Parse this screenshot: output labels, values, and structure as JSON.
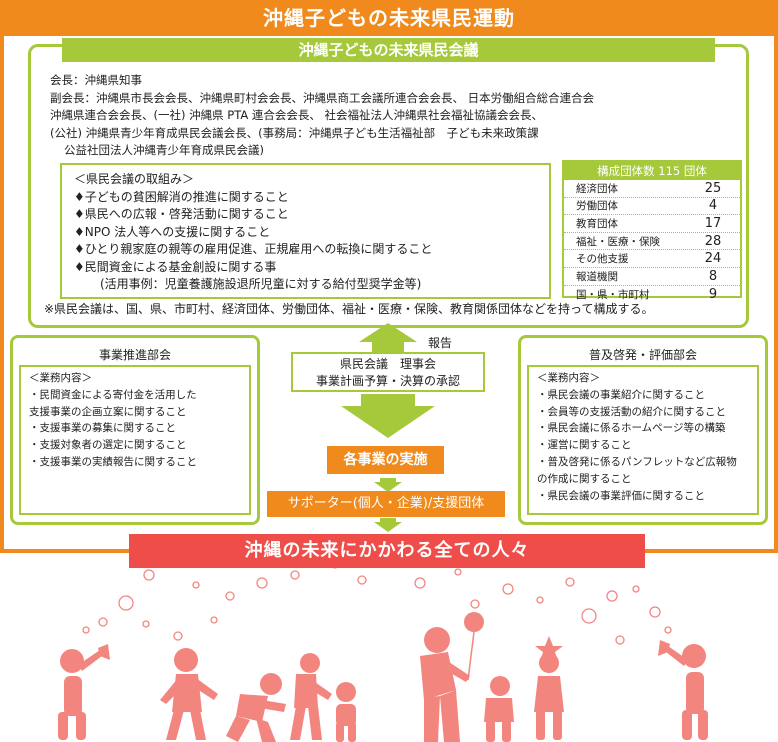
{
  "header": {
    "title": "沖縄子どもの未来県民運動"
  },
  "council": {
    "title": "沖縄子どもの未来県民会議",
    "lines": [
      "会長：沖縄県知事",
      "副会長：沖縄県市長会会長、沖縄県町村会会長、沖縄県商工会議所連合会会長、 日本労働組合総合連合会",
      "沖縄県連合会会長、(一社) 沖縄県 PTA 連合会会長、 社会福祉法人沖縄県社会福祉協議会会長、",
      "(公社) 沖縄県青少年育成県民会議会長、(事務局：沖縄県子ども生活福祉部　子ども未来政策課",
      "公益社団法人沖縄青少年育成県民会議)"
    ]
  },
  "initiatives": {
    "heading": "＜県民会議の取組み＞",
    "items": [
      "♦子どもの貧困解消の推進に関すること",
      "♦県民への広報・啓発活動に関すること",
      "♦NPO 法人等への支援に関すること",
      "♦ひとり親家庭の親等の雇用促進、正規雇用への転換に関すること",
      "♦民間資金による基金創設に関する事"
    ],
    "example": "(活用事例：児童養護施設退所児童に対する給付型奨学金等)"
  },
  "members": {
    "heading": "構成団体数 115 団体",
    "rows": [
      {
        "label": "経済団体",
        "count": "25"
      },
      {
        "label": "労働団体",
        "count": "4"
      },
      {
        "label": "教育団体",
        "count": "17"
      },
      {
        "label": "福祉・医療・保険",
        "count": "28"
      },
      {
        "label": "その他支援",
        "count": "24"
      },
      {
        "label": "報道機関",
        "count": "8"
      },
      {
        "label": "国・県・市町村",
        "count": "9"
      }
    ]
  },
  "footnote": "※県民会議は、国、県、市町村、経済団体、労働団体、福祉・医療・保険、教育関係団体などを持って構成する。",
  "left_panel": {
    "title": "事業推進部会",
    "heading": "＜業務内容＞",
    "items": [
      "・民間資金による寄付金を活用した",
      "支援事業の企画立案に関すること",
      "・支援事業の募集に関すること",
      "・支援対象者の選定に関すること",
      "・支援事業の実績報告に関すること"
    ]
  },
  "right_panel": {
    "title": "普及啓発・評価部会",
    "heading": "＜業務内容＞",
    "items": [
      "・県民会議の事業紹介に関すること",
      "・会員等の支援活動の紹介に関すること",
      "・県民会議に係るホームページ等の構築",
      "・運営に関すること",
      "・普及啓発に係るパンフレットなど広報物",
      "の作成に関すること",
      "・県民会議の事業評価に関すること"
    ]
  },
  "center": {
    "report_label": "報告",
    "board_line1": "県民会議　理事会",
    "board_line2": "事業計画予算・決算の承認",
    "implementation": "各事業の実施",
    "supporters": "サポーター(個人・企業)/支援団体"
  },
  "footer": {
    "banner": "沖縄の未来にかかわる全ての人々"
  },
  "colors": {
    "orange": "#f08a1c",
    "green": "#a6c93c",
    "red": "#ef4d49",
    "pink": "#f3857f"
  }
}
